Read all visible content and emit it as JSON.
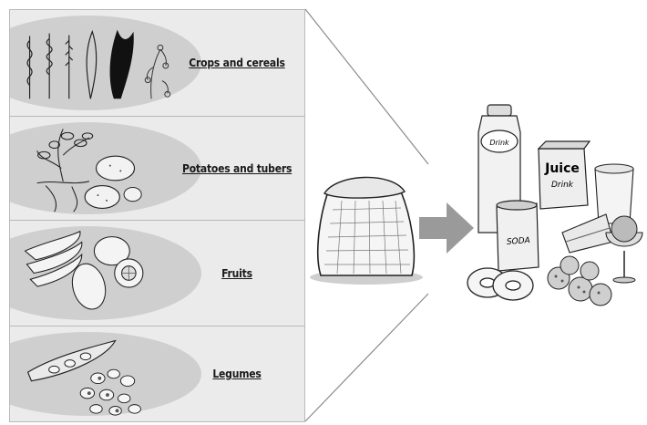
{
  "panels": [
    {
      "label": "Crops and cereals"
    },
    {
      "label": "Potatoes and tubers"
    },
    {
      "label": "Fruits"
    },
    {
      "label": "Legumes"
    }
  ],
  "processed_foods": {
    "bottle_text": "Drink",
    "juice_text": "Juice",
    "juice_sub": "Drink",
    "can_text": "SODA"
  }
}
